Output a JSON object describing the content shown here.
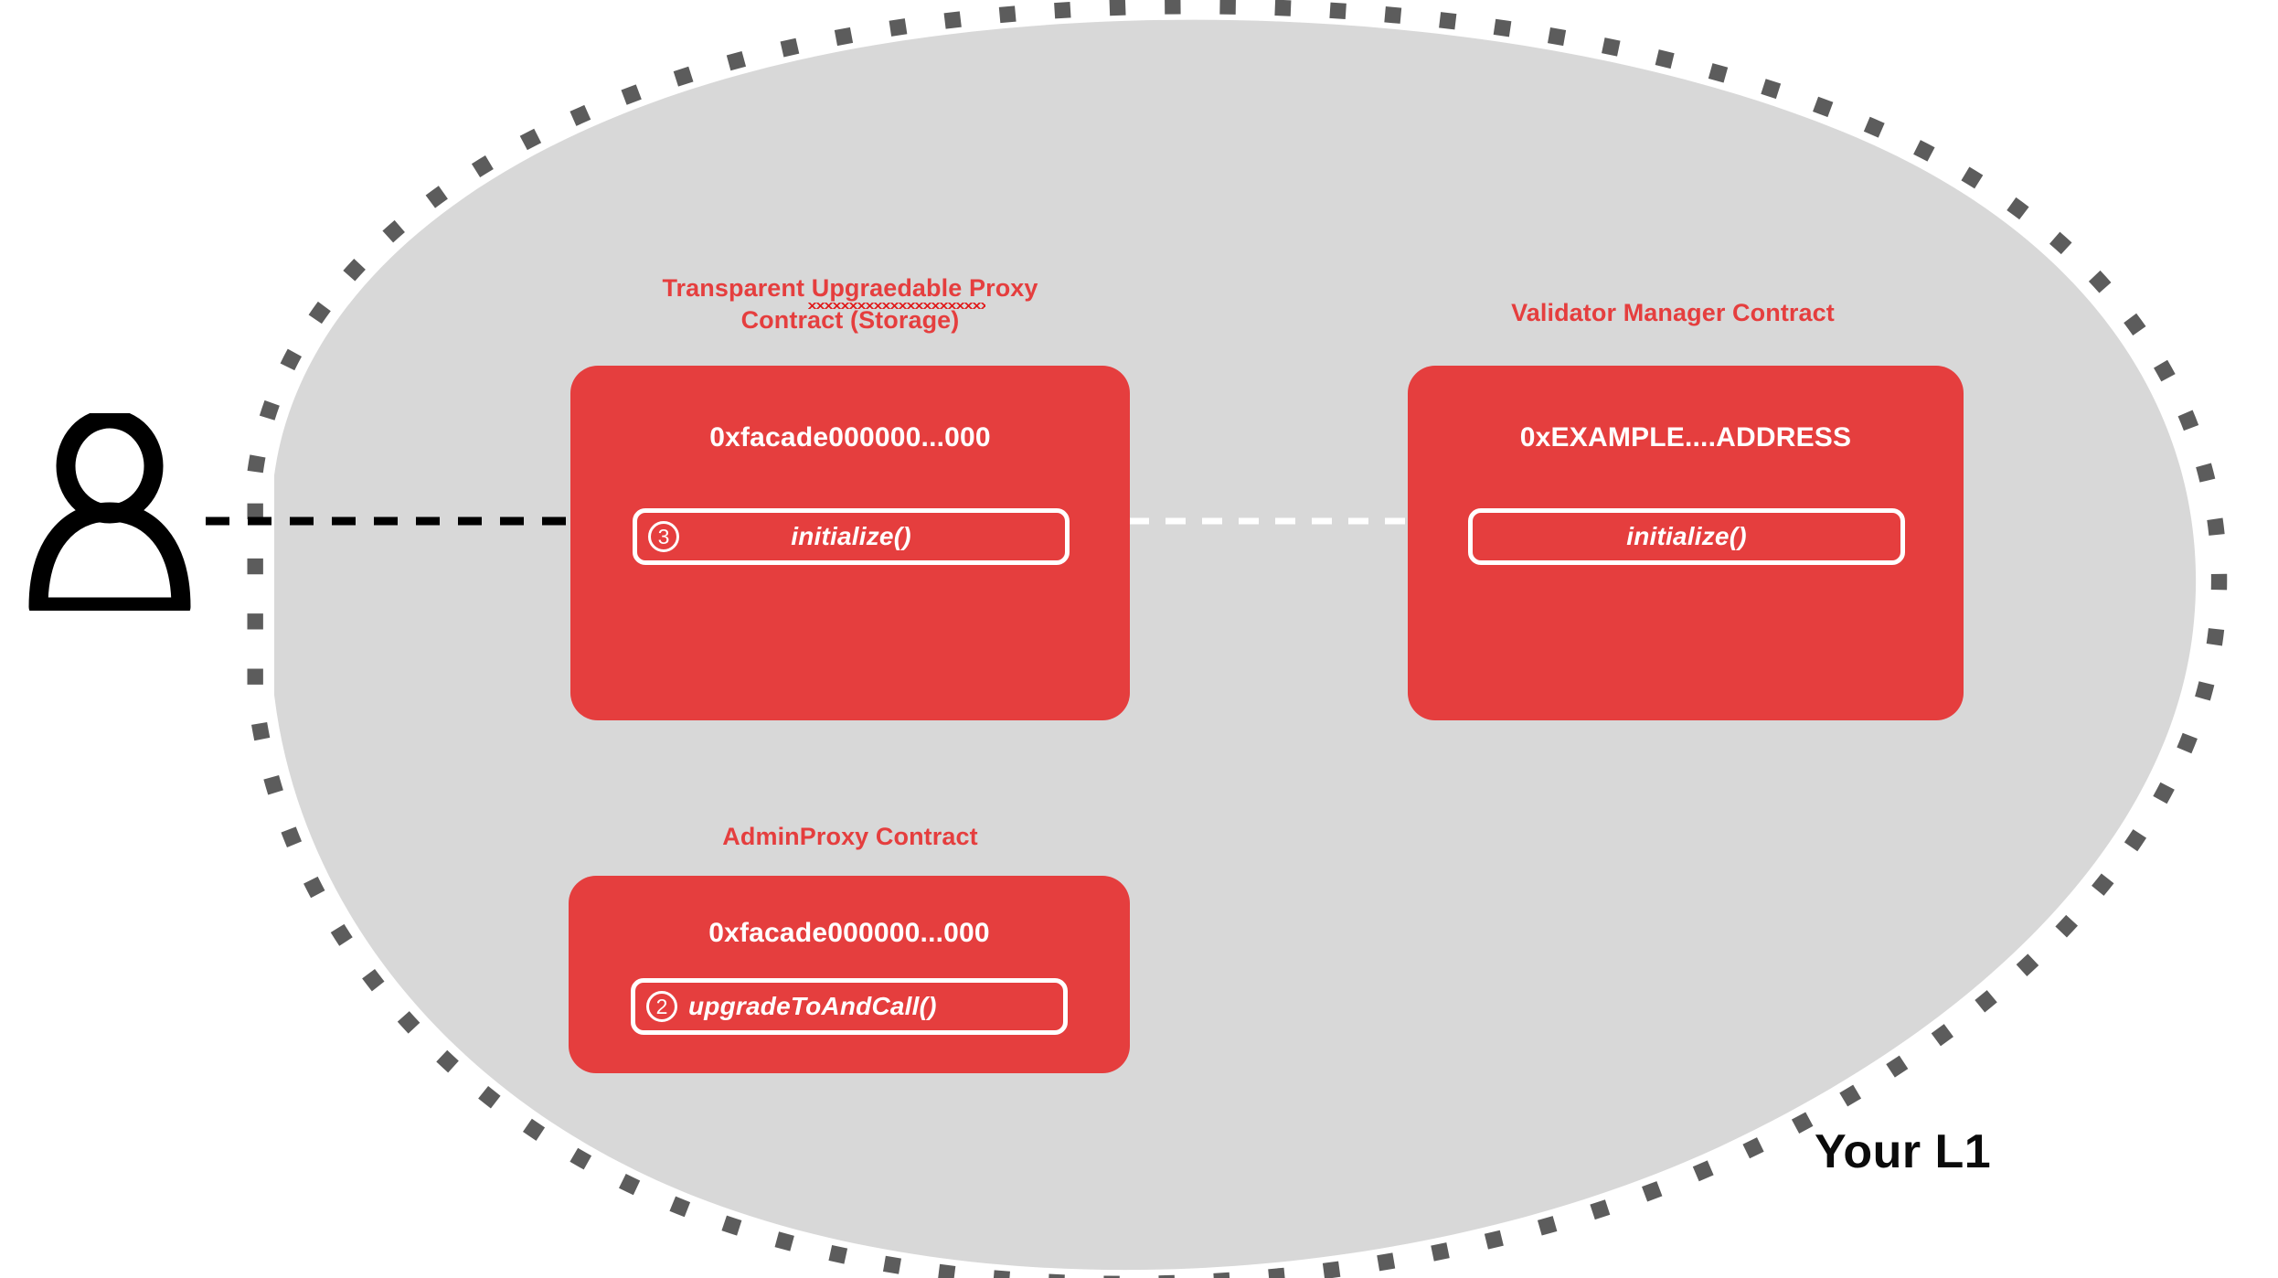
{
  "diagram": {
    "region_label": "Your L1",
    "actor": {
      "icon": "user-person-icon"
    },
    "colors": {
      "region_fill": "#D8D8D8",
      "region_border": "#5C5C5C",
      "contract_red": "#E53E3E",
      "text_white": "#FFFFFF",
      "arrow_black": "#000000",
      "label_black": "#0B0B0B",
      "spellcheck_red": "#E02020"
    },
    "contracts": [
      {
        "id": "transparent-upgradeable-proxy",
        "title_line1_prefix": "Transparent ",
        "title_line1_misspelled": "Upgraedable",
        "title_line1_suffix": " Proxy",
        "title_line2": "Contract (Storage)",
        "title_full": "Transparent Upgraedable Proxy Contract (Storage)",
        "address": "0xfacade000000...000",
        "methods": [
          {
            "step": "3",
            "name": "initialize()"
          }
        ]
      },
      {
        "id": "validator-manager",
        "title_full": "Validator Manager Contract",
        "address": "0xEXAMPLE....ADDRESS",
        "methods": [
          {
            "step": "",
            "name": "initialize()"
          }
        ]
      },
      {
        "id": "admin-proxy",
        "title_full": "AdminProxy  Contract",
        "address": "0xfacade000000...000",
        "methods": [
          {
            "step": "2",
            "name": "upgradeToAndCall()"
          }
        ]
      }
    ],
    "connections": [
      {
        "id": "user-to-proxy",
        "style": "dashed",
        "color": "#000000",
        "from": "user",
        "to": "transparent-upgradeable-proxy.initialize"
      },
      {
        "id": "proxy-to-validator-manager",
        "style": "dashed",
        "color": "#FFFFFF",
        "from": "transparent-upgradeable-proxy.initialize",
        "to": "validator-manager.initialize"
      }
    ]
  }
}
